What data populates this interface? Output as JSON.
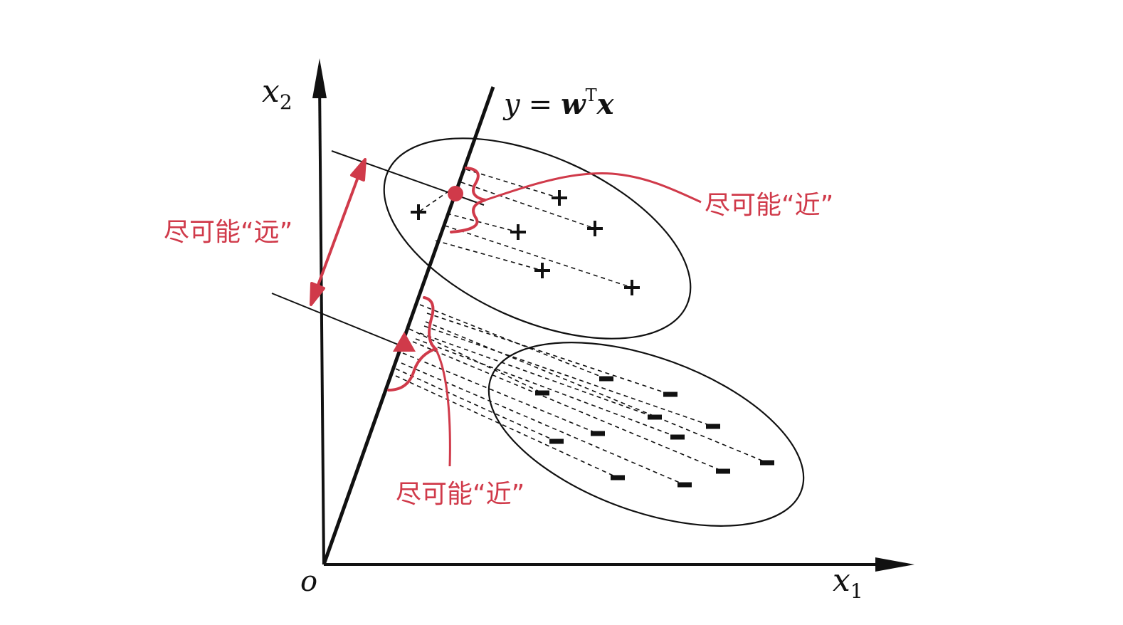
{
  "axes": {
    "x_label_var": "x",
    "x_label_sub": "1",
    "y_label_var": "x",
    "y_label_sub": "2",
    "origin_label": "o"
  },
  "projection_line": {
    "label_y": "y",
    "label_eq": "=",
    "label_w": "w",
    "label_T": "T",
    "label_x": "x"
  },
  "annotations": {
    "far_label": "尽可能“远”",
    "near_label_top": "尽可能“近”",
    "near_label_bottom": "尽可能“近”"
  },
  "classes": {
    "positive_symbol": "+",
    "negative_symbol": "−"
  },
  "colors": {
    "annotation": "#d03a4a",
    "ink": "#111111"
  }
}
